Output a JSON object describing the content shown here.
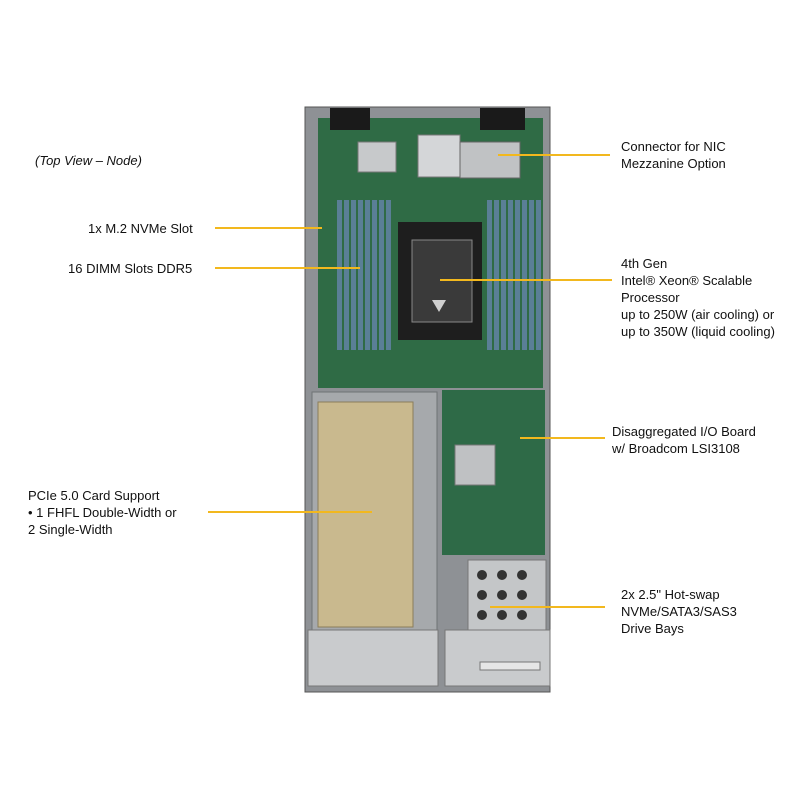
{
  "view_label": "(Top View – Node)",
  "callouts": {
    "nic": [
      "Connector for NIC",
      "Mezzanine  Option"
    ],
    "m2": [
      "1x M.2 NVMe Slot"
    ],
    "dimm": [
      "16 DIMM Slots DDR5"
    ],
    "cpu": [
      "4th Gen",
      "Intel® Xeon® Scalable",
      "Processor",
      "up to 250W (air cooling) or",
      "up to 350W (liquid cooling)"
    ],
    "io": [
      "Disaggregated I/O  Board",
      "w/ Broadcom LSI3108"
    ],
    "pcie": [
      "PCIe 5.0 Card Support",
      "•  1 FHFL Double-Width or",
      "2 Single-Width"
    ],
    "drives": [
      "2x 2.5\" Hot-swap",
      "NVMe/SATA3/SAS3",
      "Drive Bays"
    ]
  },
  "colors": {
    "leader": "#f2b81e",
    "pcb": "#2f6b45",
    "dimm": "#5a7f96",
    "metal": "#b9bcbf",
    "card": "#c9b98e"
  }
}
